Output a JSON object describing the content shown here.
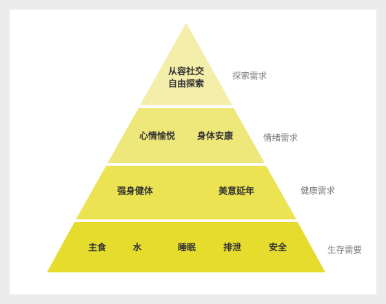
{
  "colors": {
    "background": "#ececec",
    "card": "#ffffff",
    "tier1_fill": "#f3eeaa",
    "tier2_fill": "#eee77a",
    "tier3_fill": "#ebe352",
    "tier4_fill": "#e5dc2e",
    "text": "#333333",
    "side_label": "#7a7a7a"
  },
  "pyramid": {
    "tiers": [
      {
        "items": [
          "从容社交",
          "自由探索"
        ],
        "need": "探索需求"
      },
      {
        "items": [
          "心情愉悦",
          "身体安康"
        ],
        "need": "情绪需求"
      },
      {
        "items": [
          "强身健体",
          "美意延年"
        ],
        "need": "健康需求"
      },
      {
        "items": [
          "主食",
          "水",
          "睡眠",
          "排泄",
          "安全"
        ],
        "need": "生存需要"
      }
    ]
  }
}
